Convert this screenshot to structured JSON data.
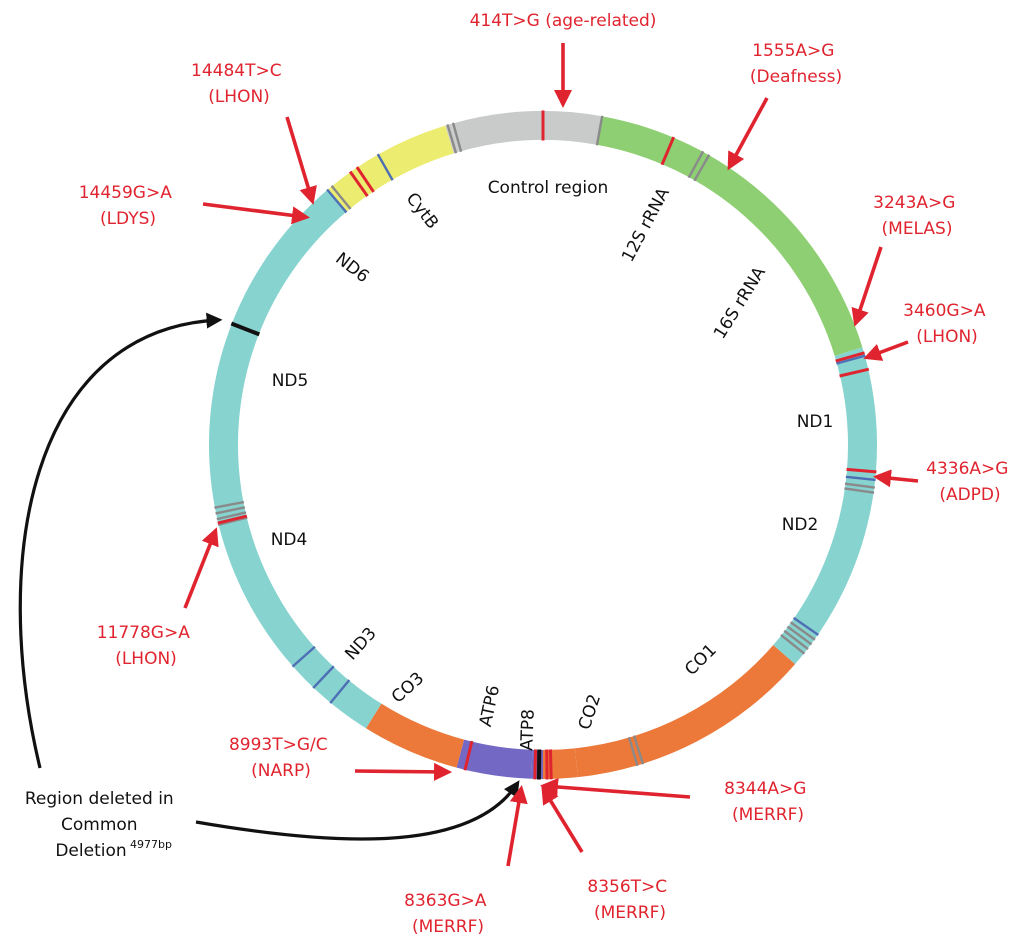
{
  "colors": {
    "control": "#c9cbcb",
    "rrna": "#8fcf73",
    "cytb": "#ecec70",
    "nd": "#86d3cf",
    "co": "#ec7839",
    "atp": "#7468c5",
    "mutation": "#e0242f",
    "divider_blue": "#4f6fb5",
    "divider_gray": "#8a8a8a",
    "text": "#111111"
  },
  "genes": [
    {
      "id": "control",
      "label": "Control region"
    },
    {
      "id": "12s",
      "label": "12S rRNA"
    },
    {
      "id": "16s",
      "label": "16S rRNA"
    },
    {
      "id": "nd1",
      "label": "ND1"
    },
    {
      "id": "nd2",
      "label": "ND2"
    },
    {
      "id": "co1",
      "label": "CO1"
    },
    {
      "id": "co2",
      "label": "CO2"
    },
    {
      "id": "atp8",
      "label": "ATP8"
    },
    {
      "id": "atp6",
      "label": "ATP6"
    },
    {
      "id": "co3",
      "label": "CO3"
    },
    {
      "id": "nd3",
      "label": "ND3"
    },
    {
      "id": "nd4",
      "label": "ND4"
    },
    {
      "id": "nd5",
      "label": "ND5"
    },
    {
      "id": "nd6",
      "label": "ND6"
    },
    {
      "id": "cytb",
      "label": "CytB"
    }
  ],
  "mutations": [
    {
      "id": "m414",
      "variant": "414T>G",
      "disease": "(age-related)"
    },
    {
      "id": "m1555",
      "variant": "1555A>G",
      "disease": "(Deafness)"
    },
    {
      "id": "m3243",
      "variant": "3243A>G",
      "disease": "(MELAS)"
    },
    {
      "id": "m3460",
      "variant": "3460G>A",
      "disease": "(LHON)"
    },
    {
      "id": "m4336",
      "variant": "4336A>G",
      "disease": "(ADPD)"
    },
    {
      "id": "m8344",
      "variant": "8344A>G",
      "disease": "(MERRF)"
    },
    {
      "id": "m8356",
      "variant": "8356T>C",
      "disease": "(MERRF)"
    },
    {
      "id": "m8363",
      "variant": "8363G>A",
      "disease": "(MERRF)"
    },
    {
      "id": "m8993",
      "variant": "8993T>G/C",
      "disease": "(NARP)"
    },
    {
      "id": "m11778",
      "variant": "11778G>A",
      "disease": "(LHON)"
    },
    {
      "id": "m14459",
      "variant": "14459G>A",
      "disease": "(LDYS)"
    },
    {
      "id": "m14484",
      "variant": "14484T>C",
      "disease": "(LHON)"
    }
  ],
  "deletion_note": {
    "line1": "Region deleted in",
    "line2": "Common",
    "line3": "Deletion",
    "superscript": "4977bp"
  }
}
